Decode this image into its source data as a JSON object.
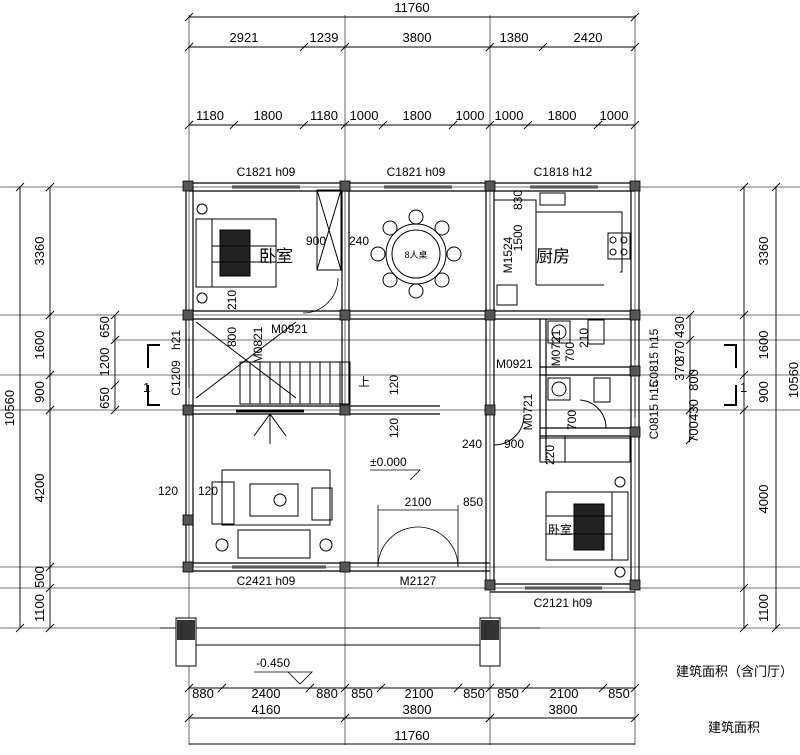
{
  "dimensions": {
    "overall": "11760",
    "top_row1": [
      "2921",
      "1239",
      "3800",
      "1380",
      "2420"
    ],
    "top_row2": [
      "1180",
      "1800",
      "1180",
      "1000",
      "1800",
      "1000",
      "1000",
      "1800",
      "1000"
    ],
    "bottom_row1": [
      "880",
      "2400",
      "880",
      "850",
      "2100",
      "850",
      "850",
      "2100",
      "850"
    ],
    "bottom_row2": [
      "4160",
      "3800",
      "3800"
    ],
    "left": [
      "3360",
      "1600",
      "900",
      "4200",
      "500",
      "1100"
    ],
    "left_sub": [
      "650",
      "1200",
      "650"
    ],
    "right": [
      "3360",
      "1600",
      "900",
      "4000",
      "1100"
    ],
    "right_sub": [
      "430",
      "370",
      "370",
      "800",
      "430",
      "700"
    ],
    "side_total": "10560"
  },
  "windows": {
    "top_left": "C1821 h09",
    "top_mid": "C1821 h09",
    "top_right": "C1818 h12",
    "bottom_left": "C2421 h09",
    "bottom_right": "C2121 h09",
    "left_stair": "C1209",
    "left_stair_h": "h21",
    "right_wc1": "C0815 h15",
    "right_wc2": "C0815 h15"
  },
  "doors": {
    "bed1": "M0921",
    "kitchen": "M1524",
    "wc": "M0921",
    "wc2": "M0721",
    "wc3": "M0721",
    "entrance": "M2127",
    "stair": "M0821"
  },
  "rooms": {
    "bedroom1": "卧室",
    "kitchen": "厨房",
    "bedroom2": "卧室",
    "dining_table": "8人桌"
  },
  "annotations": {
    "wall_900": "900",
    "wall_240": "240",
    "wall_210": "210",
    "wall_800": "800",
    "kitchen_830": "830",
    "kitchen_1500": "1500",
    "stair_up": "上",
    "stair_120a": "120",
    "stair_120b": "120",
    "elev_main": "±0.000",
    "elev_porch": "-0.450",
    "living_120a": "120",
    "living_120b": "120",
    "entr_2100": "2100",
    "entr_850": "850",
    "wc_240": "240",
    "wc_900": "900",
    "wc_700a": "700",
    "wc_700b": "700",
    "wc_210": "210",
    "wc_220": "220"
  },
  "notes": {
    "area_with_hall": "建筑面积（含门厅）",
    "area": "建筑面积"
  }
}
